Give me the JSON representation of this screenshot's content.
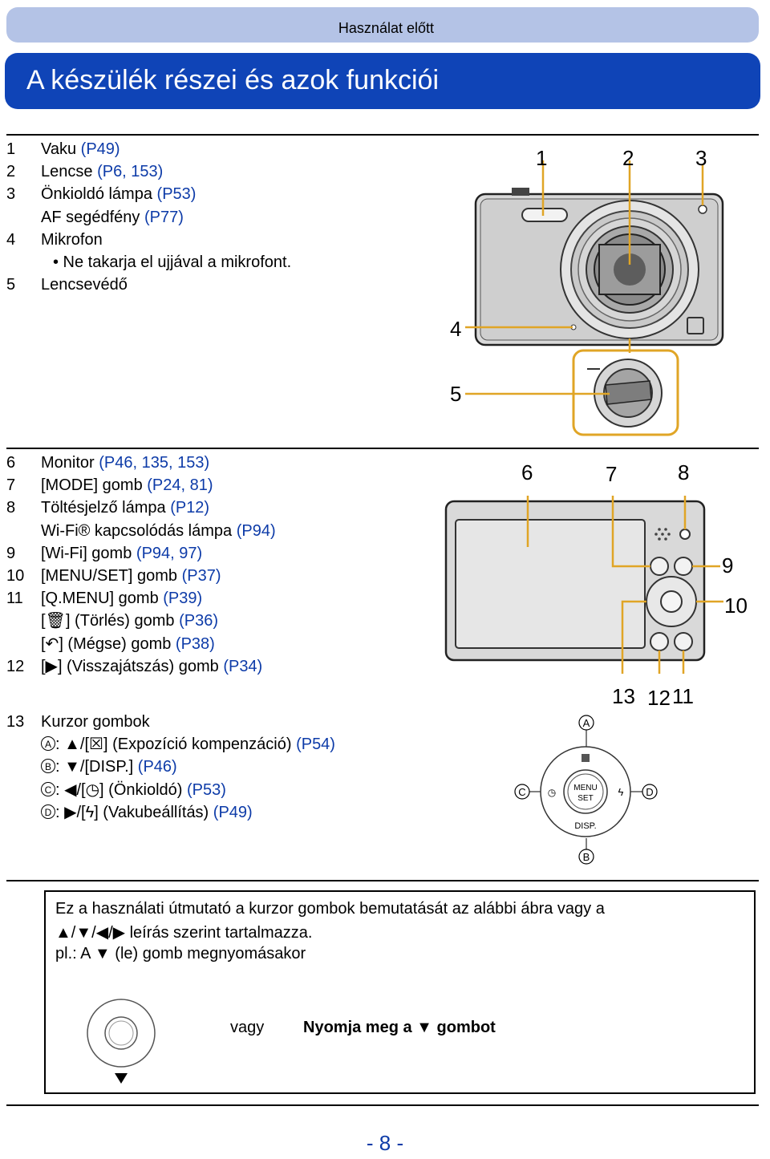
{
  "header": {
    "section": "Használat előtt"
  },
  "title": "A készülék részei és azok funkciói",
  "front": {
    "items": [
      {
        "num": "1",
        "text": "Vaku ",
        "ref": "(P49)"
      },
      {
        "num": "2",
        "text": "Lencse ",
        "ref": "(P6, 153)"
      },
      {
        "num": "3",
        "text": "Önkioldó lámpa ",
        "ref": "(P53)"
      },
      {
        "num": "",
        "text": "AF segédfény ",
        "ref": "(P77)"
      },
      {
        "num": "4",
        "text": "Mikrofon",
        "ref": ""
      },
      {
        "num": "5",
        "text": "Lencsevédő",
        "ref": ""
      }
    ],
    "bullet": "• Ne takarja el ujjával a mikrofont.",
    "callouts": [
      "1",
      "2",
      "3",
      "4",
      "5"
    ]
  },
  "back": {
    "items": [
      {
        "num": "6",
        "text": "Monitor ",
        "ref": "(P46, 135, 153)"
      },
      {
        "num": "7",
        "text": "[MODE] gomb ",
        "ref": "(P24, 81)"
      },
      {
        "num": "8",
        "text": "Töltésjelző lámpa ",
        "ref": "(P12)"
      },
      {
        "num": "",
        "text": "Wi-Fi® kapcsolódás lámpa ",
        "ref": "(P94)"
      },
      {
        "num": "9",
        "text": "[Wi-Fi] gomb ",
        "ref": "(P94, 97)"
      },
      {
        "num": "10",
        "text": "[MENU/SET] gomb ",
        "ref": "(P37)"
      },
      {
        "num": "11",
        "text": "[Q.MENU] gomb ",
        "ref": "(P39)"
      },
      {
        "num": "",
        "text": "[🗑] (Törlés) gomb ",
        "ref": "(P36)"
      },
      {
        "num": "",
        "text": "[↶] (Mégse) gomb ",
        "ref": "(P38)"
      },
      {
        "num": "12",
        "text": "[▶] (Visszajátszás) gomb ",
        "ref": "(P34)"
      }
    ],
    "callouts": [
      "6",
      "7",
      "8",
      "9",
      "10",
      "13",
      "12",
      "11"
    ]
  },
  "cursor": {
    "num": "13",
    "heading": "Kurzor gombok",
    "items": [
      {
        "letter": "A",
        "text": ": ▲/[☒] (Expozíció kompenzáció) ",
        "ref": "(P54)"
      },
      {
        "letter": "B",
        "text": ": ▼/[DISP.] ",
        "ref": "(P46)"
      },
      {
        "letter": "C",
        "text": ": ◀/[◷] (Önkioldó) ",
        "ref": "(P53)"
      },
      {
        "letter": "D",
        "text": ": ▶/[ϟ] (Vakubeállítás) ",
        "ref": "(P49)"
      }
    ],
    "diagram": {
      "letters": [
        "A",
        "B",
        "C",
        "D"
      ],
      "center": "MENU/SET",
      "bottom": "DISP."
    }
  },
  "note": {
    "line1": "Ez a használati útmutató a kurzor gombok bemutatását az alábbi ábra vagy a",
    "line2": "▲/▼/◀/▶ leírás szerint tartalmazza.",
    "line3": "pl.: A ▼ (le) gomb megnyomásakor",
    "or": "vagy",
    "press": "Nyomja meg a ▼ gombot"
  },
  "page": "- 8 -",
  "colors": {
    "accent": "#0f44b7",
    "header_bg": "#b4c3e6",
    "ref": "#0d3ba8",
    "callout": "#e0a526"
  }
}
